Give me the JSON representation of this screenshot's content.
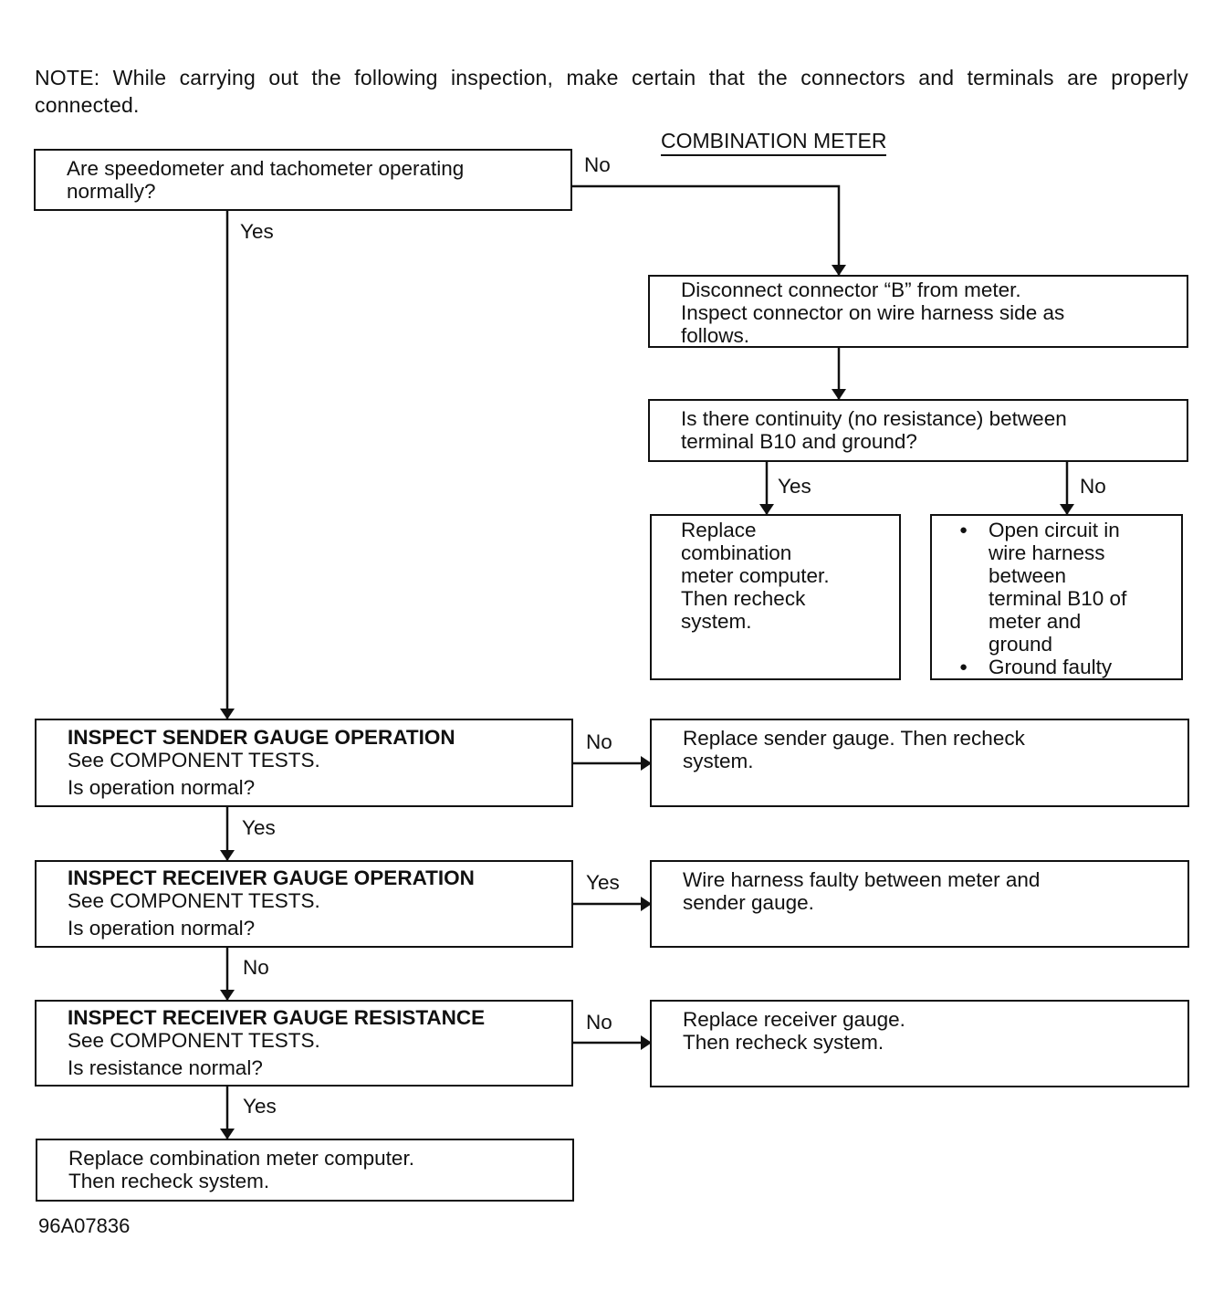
{
  "note": "NOTE: While carrying out the following inspection, make certain that the connectors and terminals are properly connected.",
  "section_title": "COMBINATION METER",
  "figure_id": "96A07836",
  "boxes": {
    "q1": [
      "Are speedometer and tachometer operating",
      "normally?"
    ],
    "disconnect": [
      "Disconnect connector “B” from meter.",
      "Inspect connector on wire harness side as",
      "follows."
    ],
    "continuity": [
      "Is there continuity (no resistance) between",
      "terminal B10 and ground?"
    ],
    "replace_meter_computer": [
      "Replace",
      "combination",
      "meter computer.",
      "Then recheck",
      "system."
    ],
    "open_circuit": {
      "bullet1": [
        "Open circuit in",
        "wire harness",
        "between",
        "terminal B10 of",
        "meter and",
        "ground"
      ],
      "bullet2": "Ground faulty"
    },
    "sender": {
      "title": "INSPECT SENDER GAUGE OPERATION",
      "line2": "See COMPONENT TESTS.",
      "line3": "Is operation normal?"
    },
    "replace_sender": [
      "Replace sender gauge. Then recheck",
      "system."
    ],
    "receiver_op": {
      "title": "INSPECT RECEIVER GAUGE OPERATION",
      "line2": "See COMPONENT TESTS.",
      "line3": "Is operation normal?"
    },
    "wire_faulty": [
      "Wire harness faulty between meter and",
      "sender gauge."
    ],
    "receiver_res": {
      "title": "INSPECT RECEIVER GAUGE RESISTANCE",
      "line2": "See COMPONENT TESTS.",
      "line3": "Is resistance normal?"
    },
    "replace_receiver": [
      "Replace receiver gauge.",
      "Then recheck system."
    ],
    "final": [
      "Replace combination meter computer.",
      "Then recheck system."
    ]
  },
  "labels": {
    "q1_no": "No",
    "q1_yes": "Yes",
    "cont_yes": "Yes",
    "cont_no": "No",
    "sender_no": "No",
    "sender_yes": "Yes",
    "receiver_op_yes": "Yes",
    "receiver_op_no": "No",
    "receiver_res_no": "No",
    "receiver_res_yes": "Yes"
  }
}
